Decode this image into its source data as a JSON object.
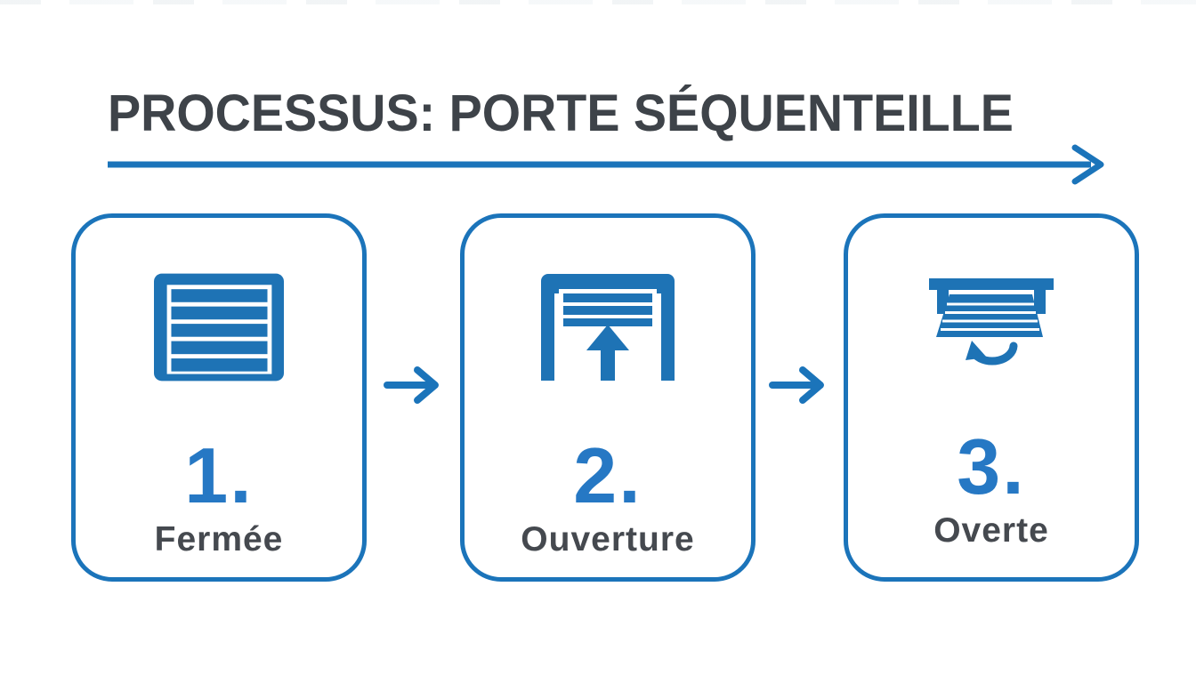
{
  "title": "PROCESSUS: PORTE SÉQUENTEILLE",
  "colors": {
    "accent_blue": "#1b74ba",
    "icon_blue": "#1e73b5",
    "number_blue": "#2678c4",
    "title_color": "#3e4349",
    "label_color": "#45494f",
    "background": "#ffffff"
  },
  "flow": {
    "direction_arrow": "left-to-right",
    "connector_arrow": "right-arrow"
  },
  "steps": [
    {
      "number": "1.",
      "label": "Fermée",
      "icon": "garage-door-closed-icon"
    },
    {
      "number": "2.",
      "label": "Ouverture",
      "icon": "garage-door-opening-icon"
    },
    {
      "number": "3.",
      "label": "Overte",
      "icon": "garage-door-open-icon"
    }
  ]
}
